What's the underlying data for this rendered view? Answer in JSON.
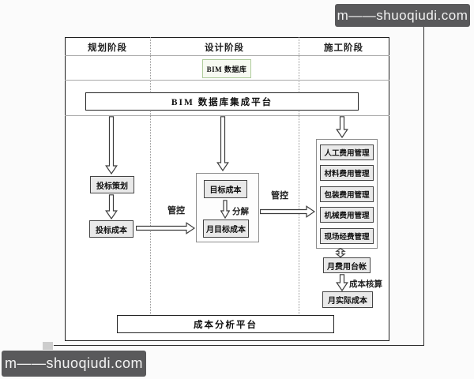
{
  "watermarks": {
    "top_right": "m——shuoqiudi.com",
    "bottom_left": "m——shuoqiudi.com"
  },
  "stages": {
    "planning": "规划阶段",
    "design": "设计阶段",
    "construction": "施工阶段"
  },
  "database": {
    "label": "BIM 数据库"
  },
  "platforms": {
    "integration": "BIM 数据库集成平台",
    "analysis": "成本分析平台"
  },
  "planning_flow": {
    "bid_planning": "投标策划",
    "bid_cost": "投标成本",
    "control_label": "管控"
  },
  "design_flow": {
    "target_cost": "目标成本",
    "decompose_label": "分解",
    "monthly_target_cost": "月目标成本",
    "control_label": "管控"
  },
  "construction_flow": {
    "items": [
      "人工费用管理",
      "材料费用管理",
      "包装费用管理",
      "机械费用管理",
      "现场经费管理"
    ],
    "monthly_ledger": "月费用台帐",
    "cost_accounting_label": "成本核算",
    "monthly_actual_cost": "月实际成本"
  },
  "colors": {
    "watermark_bg": "#59595b",
    "box_fill": "#e9e9e9",
    "database_border": "#aecb9b",
    "grid_line": "#a8a8a8"
  }
}
